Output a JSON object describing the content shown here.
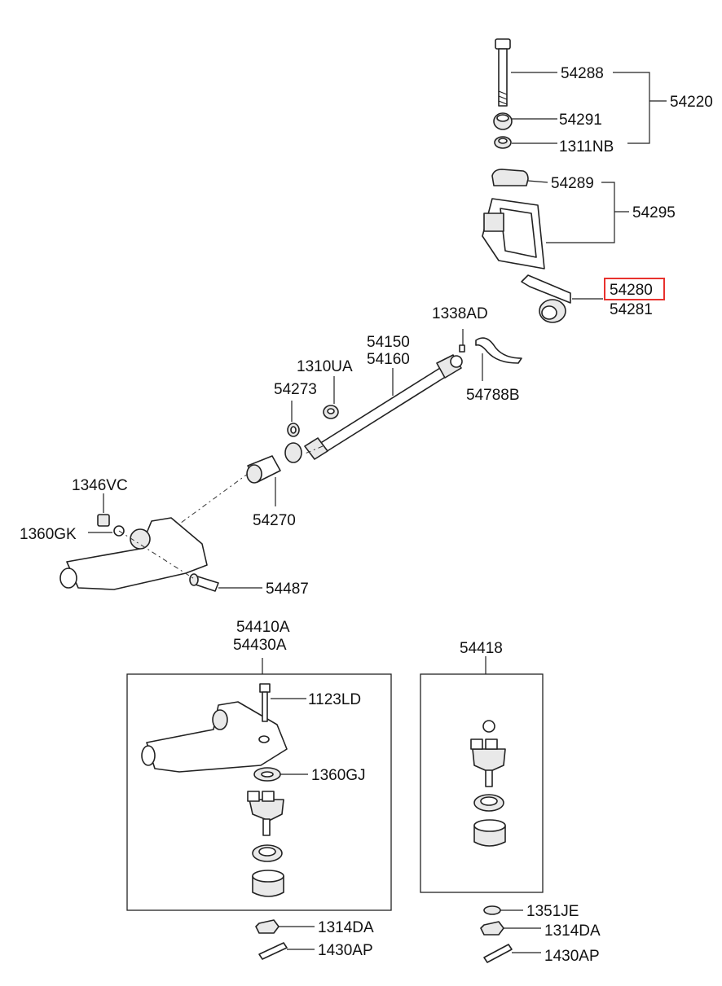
{
  "highlight_color": "#e8322e",
  "labels": {
    "p54288": "54288",
    "p54291": "54291",
    "p1311NB": "1311NB",
    "p54220": "54220",
    "p54289": "54289",
    "p54295": "54295",
    "p54280": "54280",
    "p54281": "54281",
    "p1338AD": "1338AD",
    "p54150": "54150",
    "p54160": "54160",
    "p1310UA": "1310UA",
    "p54273": "54273",
    "p54788B": "54788B",
    "p1346VC": "1346VC",
    "p1360GK": "1360GK",
    "p54270": "54270",
    "p54487": "54487",
    "p54410A": "54410A",
    "p54430A": "54430A",
    "p1123LD": "1123LD",
    "p1360GJ": "1360GJ",
    "p54418": "54418",
    "p1314DA_left": "1314DA",
    "p1430AP_left": "1430AP",
    "p1351JE": "1351JE",
    "p1314DA_right": "1314DA",
    "p1430AP_right": "1430AP"
  }
}
